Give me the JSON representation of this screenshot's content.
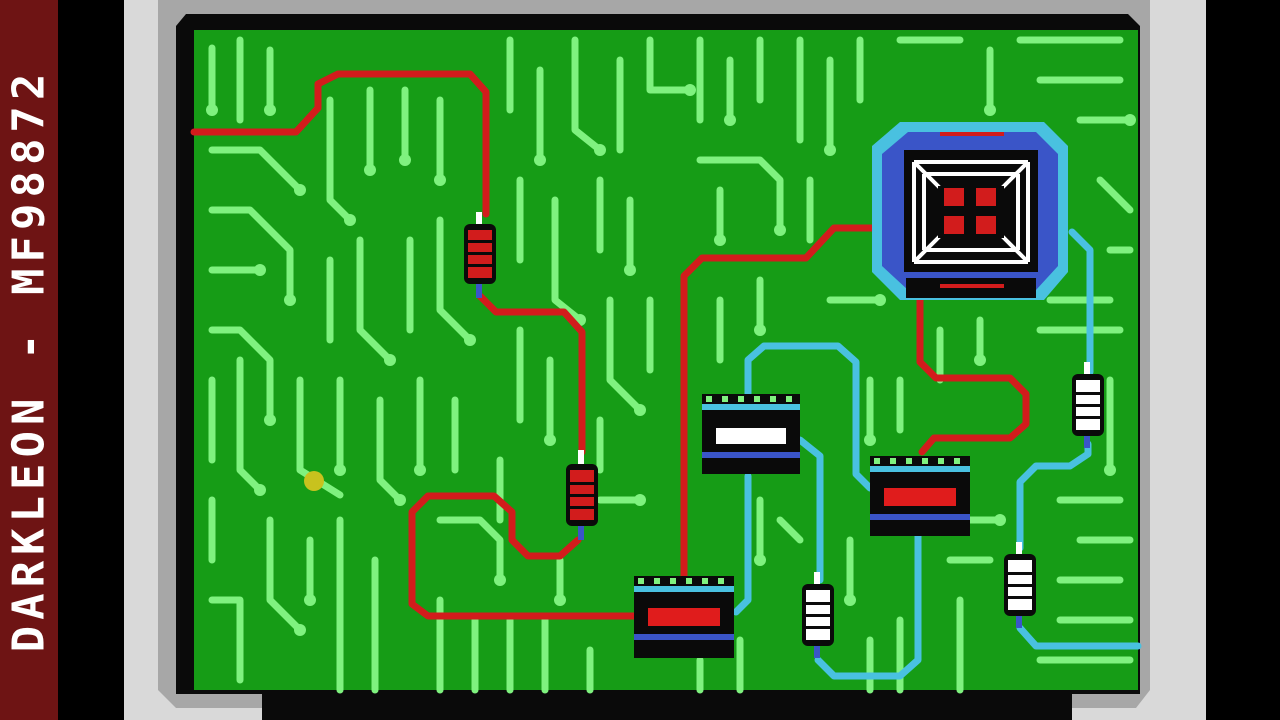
{
  "watermark": {
    "text": "DARKLEON - MF98872",
    "strip_color": "#6e1414",
    "text_color": "#ffffff"
  },
  "colors": {
    "bezel": "#d9d9d9",
    "bezel_shadow": "#a7a7a7",
    "frame": "#0a0a0a",
    "board": "#169c16",
    "trace": "#7ff27f",
    "red_trace": "#d21c1c",
    "cyan_trace": "#49c1e0",
    "cursor": "#c8c21e"
  },
  "scene": {
    "cpu": {
      "name": "cpu-chip-icon",
      "core_pads": 4
    },
    "dip_chips": [
      {
        "name": "dip-chip-white",
        "label_color": "#ffffff"
      },
      {
        "name": "dip-chip-red-right",
        "label_color": "#e01c1c"
      },
      {
        "name": "dip-chip-red-bottom",
        "label_color": "#e01c1c"
      }
    ],
    "resistors": [
      {
        "name": "resistor-red-top",
        "color": "#d21c1c"
      },
      {
        "name": "resistor-red-middle",
        "color": "#d21c1c"
      },
      {
        "name": "resistor-white-right",
        "color": "#ffffff"
      },
      {
        "name": "resistor-white-low-right",
        "color": "#ffffff"
      },
      {
        "name": "resistor-white-bottom",
        "color": "#ffffff"
      }
    ],
    "cursor": {
      "name": "player-cursor-icon"
    }
  }
}
